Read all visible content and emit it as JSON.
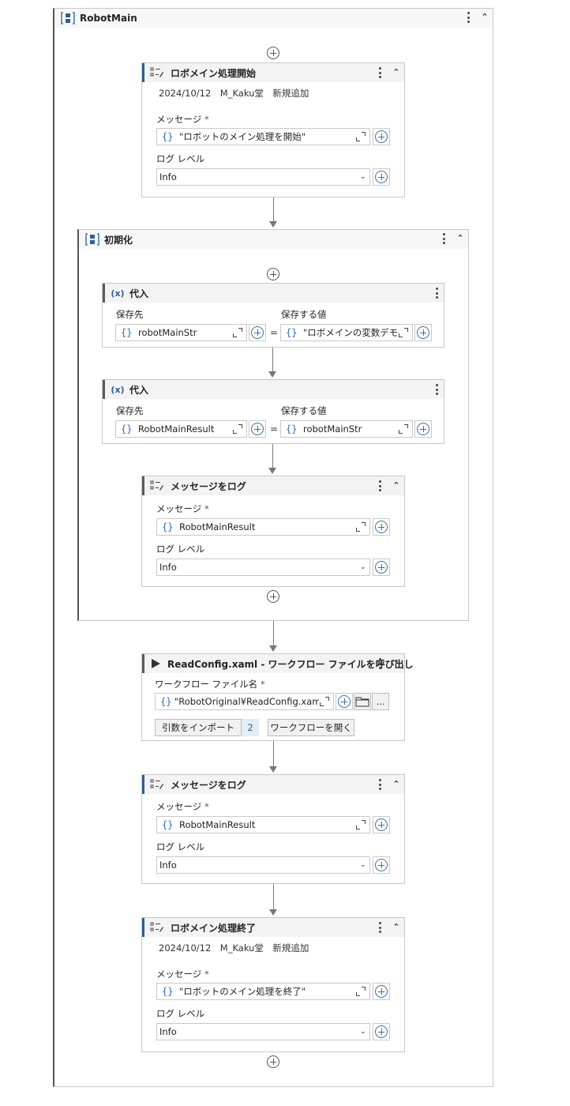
{
  "main_sequence": {
    "title": "RobotMain",
    "icon": "sequence-icon"
  },
  "log_start": {
    "title": "ロボメイン処理開始",
    "annotation": "2024/10/12　M_Kaku堂　新規追加",
    "message_label": "メッセージ",
    "required_mark": "*",
    "message_value": "\"ロボットのメイン処理を開始\"",
    "level_label": "ログ レベル",
    "level_value": "Info"
  },
  "init_sequence": {
    "title": "初期化",
    "icon": "sequence-icon"
  },
  "assign1": {
    "title": "代入",
    "to_label": "保存先",
    "to_value": "robotMainStr",
    "value_label": "保存する値",
    "value_value": "\"ロボメインの変数デモ\"",
    "equals": "="
  },
  "assign2": {
    "title": "代入",
    "to_label": "保存先",
    "to_value": "RobotMainResult",
    "value_label": "保存する値",
    "value_value": "robotMainStr",
    "equals": "="
  },
  "log_inner": {
    "title": "メッセージをログ",
    "message_label": "メッセージ",
    "required_mark": "*",
    "message_value": "RobotMainResult",
    "level_label": "ログ レベル",
    "level_value": "Info"
  },
  "invoke": {
    "title": "ReadConfig.xaml - ワークフロー ファイルを呼び出し",
    "file_label": "ワークフロー ファイル名",
    "required_mark": "*",
    "file_value": "\"RobotOriginal¥ReadConfig.xaml'",
    "import_label": "引数をインポート",
    "import_count": "2",
    "open_label": "ワークフローを開く",
    "more_label": "..."
  },
  "log_outer": {
    "title": "メッセージをログ",
    "message_label": "メッセージ",
    "required_mark": "*",
    "message_value": "RobotMainResult",
    "level_label": "ログ レベル",
    "level_value": "Info"
  },
  "log_end": {
    "title": "ロボメイン処理終了",
    "annotation": "2024/10/12　M_Kaku堂　新規追加",
    "message_label": "メッセージ",
    "required_mark": "*",
    "message_value": "\"ロボットのメイン処理を終了\"",
    "level_label": "ログ レベル",
    "level_value": "Info"
  },
  "colors": {
    "accent": "#2f5f8f",
    "brace": "#2f6fb8",
    "border": "#c8c8c8"
  }
}
